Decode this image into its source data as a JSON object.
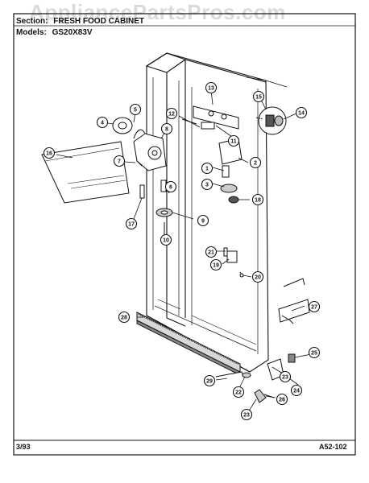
{
  "header": {
    "section_label": "Section:",
    "section_value": "FRESH FOOD CABINET",
    "models_label": "Models:",
    "models_value": "GS20X83V"
  },
  "watermark": "AppliancePartsPros.com",
  "footer": {
    "date": "3/93",
    "code": "A52-102"
  },
  "callouts": [
    "1",
    "2",
    "3",
    "4",
    "5",
    "6",
    "7",
    "8",
    "9",
    "10",
    "11",
    "12",
    "13",
    "14",
    "15",
    "16",
    "17",
    "18",
    "19",
    "20",
    "21",
    "22",
    "23",
    "23",
    "24",
    "25",
    "26",
    "27",
    "28",
    "29"
  ]
}
